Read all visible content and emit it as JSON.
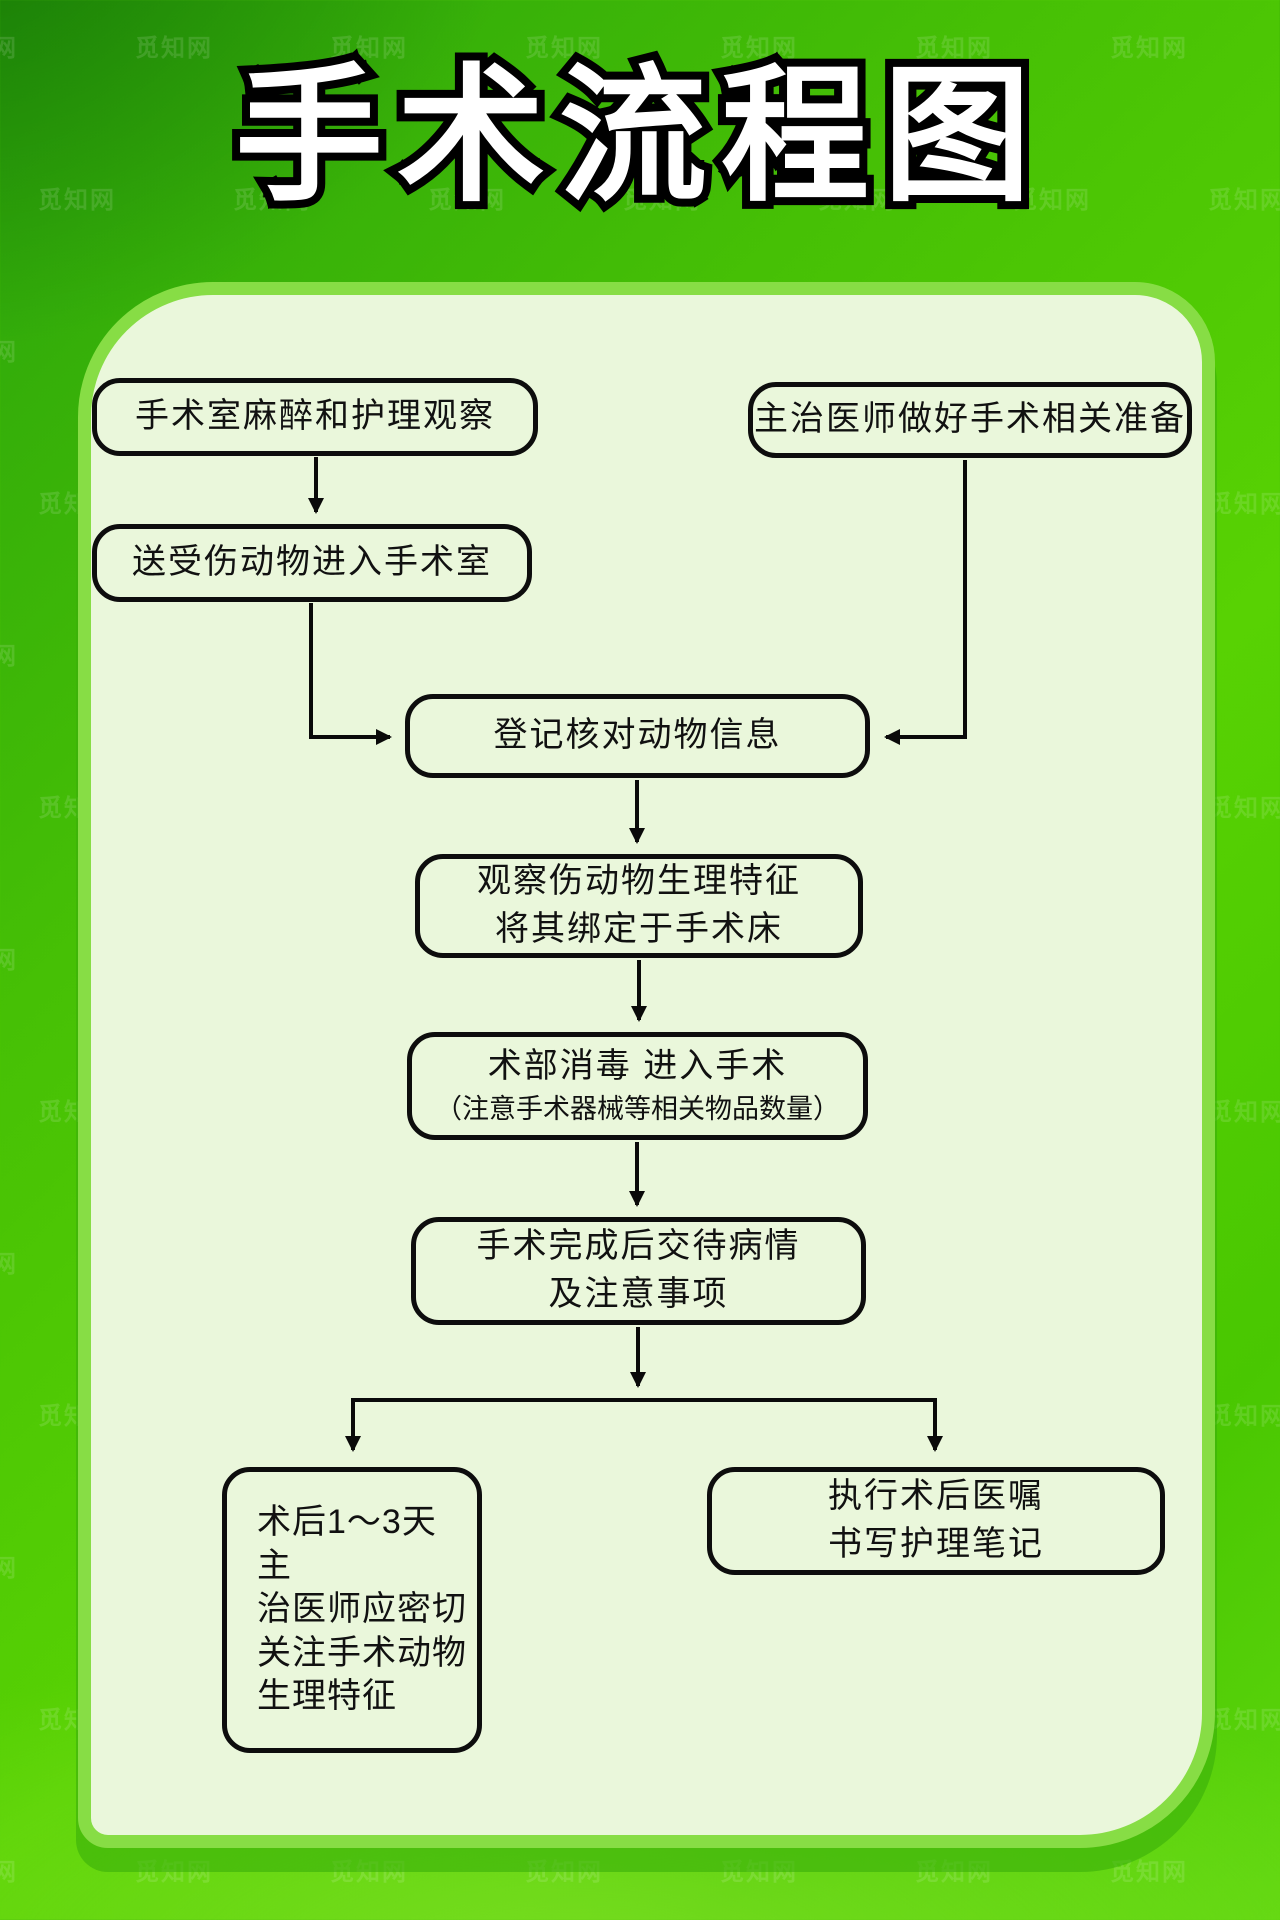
{
  "poster": {
    "title": "手术流程图",
    "watermark": "觅知网"
  },
  "colors": {
    "bg-green-dark": "#2aa30c",
    "bg-green": "#58d203",
    "bg-green-light": "#5ed60e",
    "panel-bg": "#eaf7db",
    "panel-rim": "#87dd45",
    "node-border": "#0d0d0d",
    "node-text": "#111111",
    "title-fill": "#ffffff",
    "title-outline": "#000000"
  },
  "flowchart": {
    "nodes": {
      "anesthesia": {
        "lines": [
          "手术室麻醉和护理观察"
        ]
      },
      "surgeon_prepare": {
        "lines": [
          "主治医师做好手术相关准备"
        ]
      },
      "transport": {
        "lines": [
          "送受伤动物进入手术室"
        ]
      },
      "register": {
        "lines": [
          "登记核对动物信息"
        ]
      },
      "observe": {
        "lines": [
          "观察伤动物生理特征",
          "将其绑定于手术床"
        ]
      },
      "disinfect": {
        "lines": [
          "术部消毒 进入手术",
          "（注意手术器械等相关物品数量）"
        ]
      },
      "handover": {
        "lines": [
          "手术完成后交待病情",
          "及注意事项"
        ]
      },
      "postop_watch": {
        "lines": [
          "术后1～3天主",
          "治医师应密切",
          "关注手术动物",
          "生理特征"
        ]
      },
      "postop_orders": {
        "lines": [
          "执行术后医嘱",
          "书写护理笔记"
        ]
      }
    },
    "edges": [
      {
        "from": "anesthesia",
        "to": "transport"
      },
      {
        "from": "transport",
        "to": "register"
      },
      {
        "from": "surgeon_prepare",
        "to": "register"
      },
      {
        "from": "register",
        "to": "observe"
      },
      {
        "from": "observe",
        "to": "disinfect"
      },
      {
        "from": "disinfect",
        "to": "handover"
      },
      {
        "from": "handover",
        "to": "postop_watch"
      },
      {
        "from": "handover",
        "to": "postop_orders"
      }
    ]
  }
}
